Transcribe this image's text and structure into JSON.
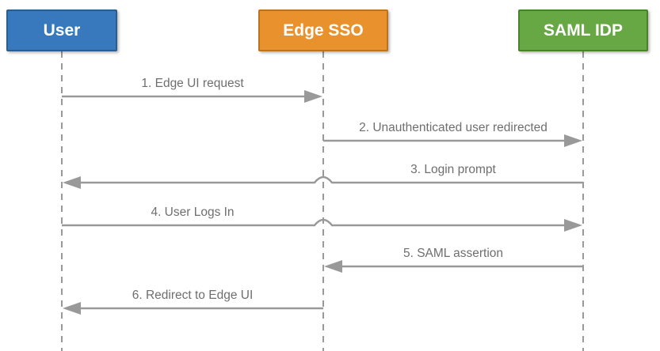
{
  "diagram": {
    "type": "sequence-diagram",
    "background": "#ffffff",
    "line_color": "#999999",
    "label_color": "#6e6e6e",
    "actors": [
      {
        "id": "user",
        "label": "User",
        "fill": "#3879be",
        "border": "#2b5e8c",
        "text_color": "#ffffff"
      },
      {
        "id": "edge-sso",
        "label": "Edge SSO",
        "fill": "#e8912d",
        "border": "#ba731e",
        "text_color": "#ffffff"
      },
      {
        "id": "saml-idp",
        "label": "SAML IDP",
        "fill": "#67a744",
        "border": "#49812c",
        "text_color": "#ffffff"
      }
    ],
    "messages": [
      {
        "seq": 1,
        "label": "1. Edge UI request",
        "from": "user",
        "to": "edge-sso"
      },
      {
        "seq": 2,
        "label": "2. Unauthenticated user redirected",
        "from": "edge-sso",
        "to": "saml-idp"
      },
      {
        "seq": 3,
        "label": "3. Login prompt",
        "from": "saml-idp",
        "to": "user"
      },
      {
        "seq": 4,
        "label": "4. User Logs In",
        "from": "user",
        "to": "saml-idp"
      },
      {
        "seq": 5,
        "label": "5. SAML assertion",
        "from": "saml-idp",
        "to": "edge-sso"
      },
      {
        "seq": 6,
        "label": "6. Redirect to Edge UI",
        "from": "edge-sso",
        "to": "user"
      }
    ]
  }
}
